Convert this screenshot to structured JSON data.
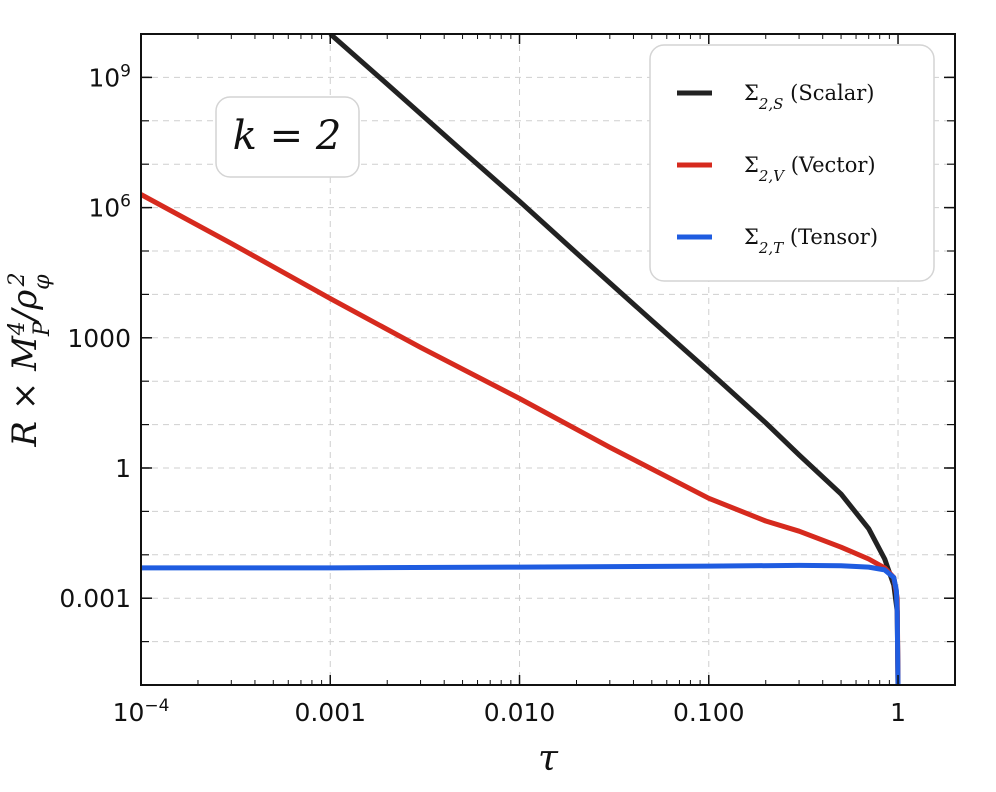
{
  "chart_data": {
    "type": "line",
    "title": "",
    "xlabel": "τ",
    "ylabel": "R × M_P^4 / ρ_φ^2",
    "x_scale": "log",
    "y_scale": "log",
    "xlim": [
      0.0001,
      2
    ],
    "ylim": [
      1e-05,
      10000000000
    ],
    "x_ticks": [
      {
        "value": 0.0001,
        "label": "10",
        "sup": "−4"
      },
      {
        "value": 0.001,
        "label": "0.001",
        "sup": ""
      },
      {
        "value": 0.01,
        "label": "0.010",
        "sup": ""
      },
      {
        "value": 0.1,
        "label": "0.100",
        "sup": ""
      },
      {
        "value": 1,
        "label": "1",
        "sup": ""
      }
    ],
    "y_ticks": [
      {
        "value": 0.001,
        "label": "0.001",
        "sup": ""
      },
      {
        "value": 1,
        "label": "1",
        "sup": ""
      },
      {
        "value": 1000,
        "label": "1000",
        "sup": ""
      },
      {
        "value": 1000000,
        "label": "10",
        "sup": "6"
      },
      {
        "value": 1000000000,
        "label": "10",
        "sup": "9"
      }
    ],
    "grid": true,
    "legend_position": "top-right",
    "annotation": "k = 2",
    "series": [
      {
        "name": "Σ2,S (Scalar)",
        "legend_main": "Σ",
        "legend_sub": "2,S",
        "legend_rest": " (Scalar)",
        "color": "#222222",
        "x": [
          0.001,
          0.002,
          0.005,
          0.01,
          0.02,
          0.05,
          0.1,
          0.2,
          0.3,
          0.5,
          0.7,
          0.85,
          0.95,
          0.99,
          1.0
        ],
        "y": [
          10000000000,
          700000000,
          20000000,
          1400000,
          90000,
          2500,
          170,
          11,
          2,
          0.25,
          0.04,
          0.008,
          0.002,
          0.0005,
          1e-05
        ]
      },
      {
        "name": "Σ2,V (Vector)",
        "legend_main": "Σ",
        "legend_sub": "2,V",
        "legend_rest": " (Vector)",
        "color": "#d62a1e",
        "x": [
          0.0001,
          0.0003,
          0.001,
          0.003,
          0.01,
          0.03,
          0.1,
          0.2,
          0.3,
          0.5,
          0.7,
          0.85,
          0.95,
          0.99,
          1.0
        ],
        "y": [
          2000000,
          150000,
          8000,
          600,
          40,
          3,
          0.2,
          0.06,
          0.035,
          0.015,
          0.008,
          0.005,
          0.003,
          0.001,
          1e-05
        ]
      },
      {
        "name": "Σ2,T (Tensor)",
        "legend_main": "Σ",
        "legend_sub": "2,T",
        "legend_rest": " (Tensor)",
        "color": "#1f5ce0",
        "x": [
          0.0001,
          0.001,
          0.01,
          0.1,
          0.3,
          0.5,
          0.7,
          0.85,
          0.95,
          0.98,
          0.99,
          1.0
        ],
        "y": [
          0.005,
          0.005,
          0.0052,
          0.0055,
          0.0057,
          0.0056,
          0.0052,
          0.0045,
          0.003,
          0.0015,
          0.0005,
          1e-05
        ]
      }
    ]
  }
}
